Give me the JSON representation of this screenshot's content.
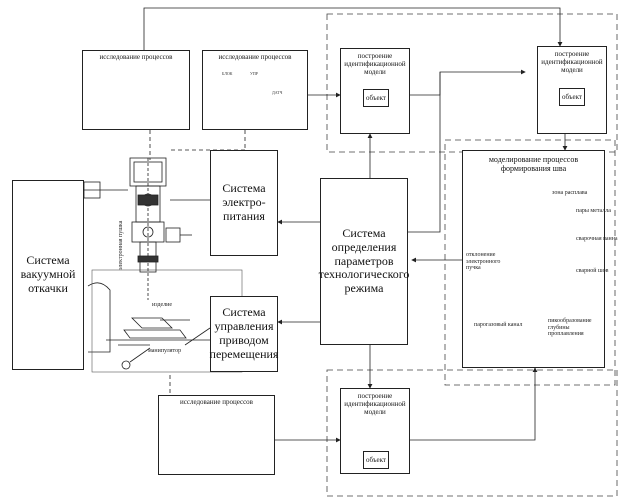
{
  "blocks": {
    "vacuum": "Система\nвакуумной\nоткачки",
    "power": "Система\nэлектро-\nпитания",
    "drive": "Система\nуправления\nприводом\nперемещения",
    "params": "Система\nопределения\nпараметров\nтехнологического\nрежима"
  },
  "studies": {
    "s1": "исследование процессов",
    "s2": "исследование процессов",
    "s3": "исследование процессов"
  },
  "models": {
    "m1": "построение\nидентификационной\nмодели",
    "m2": "построение\nидентификационной\nмодели",
    "m3": "построение\nидентификационной\nмодели",
    "object": "объект"
  },
  "modeling": {
    "title": "моделирование процессов\nформирования шва",
    "labels": {
      "melt_zone": "зона расплава",
      "metal_vapor": "пары металла",
      "weld_pool": "сварочная ванна",
      "weld_seam": "сварной шов",
      "electron_beam": "отклонение электронного пучка",
      "keyhole": "парогазовый канал",
      "spiking": "пикообразование глубины проплавления"
    }
  },
  "equipment": {
    "gun": "электронная пушка",
    "workpiece": "изделие",
    "manipulator": "манипулятор"
  },
  "schematic_text": {
    "ctrl1": "БЛОК",
    "ctrl2": "УПР",
    "ctrl3": "ДАТЧ"
  }
}
